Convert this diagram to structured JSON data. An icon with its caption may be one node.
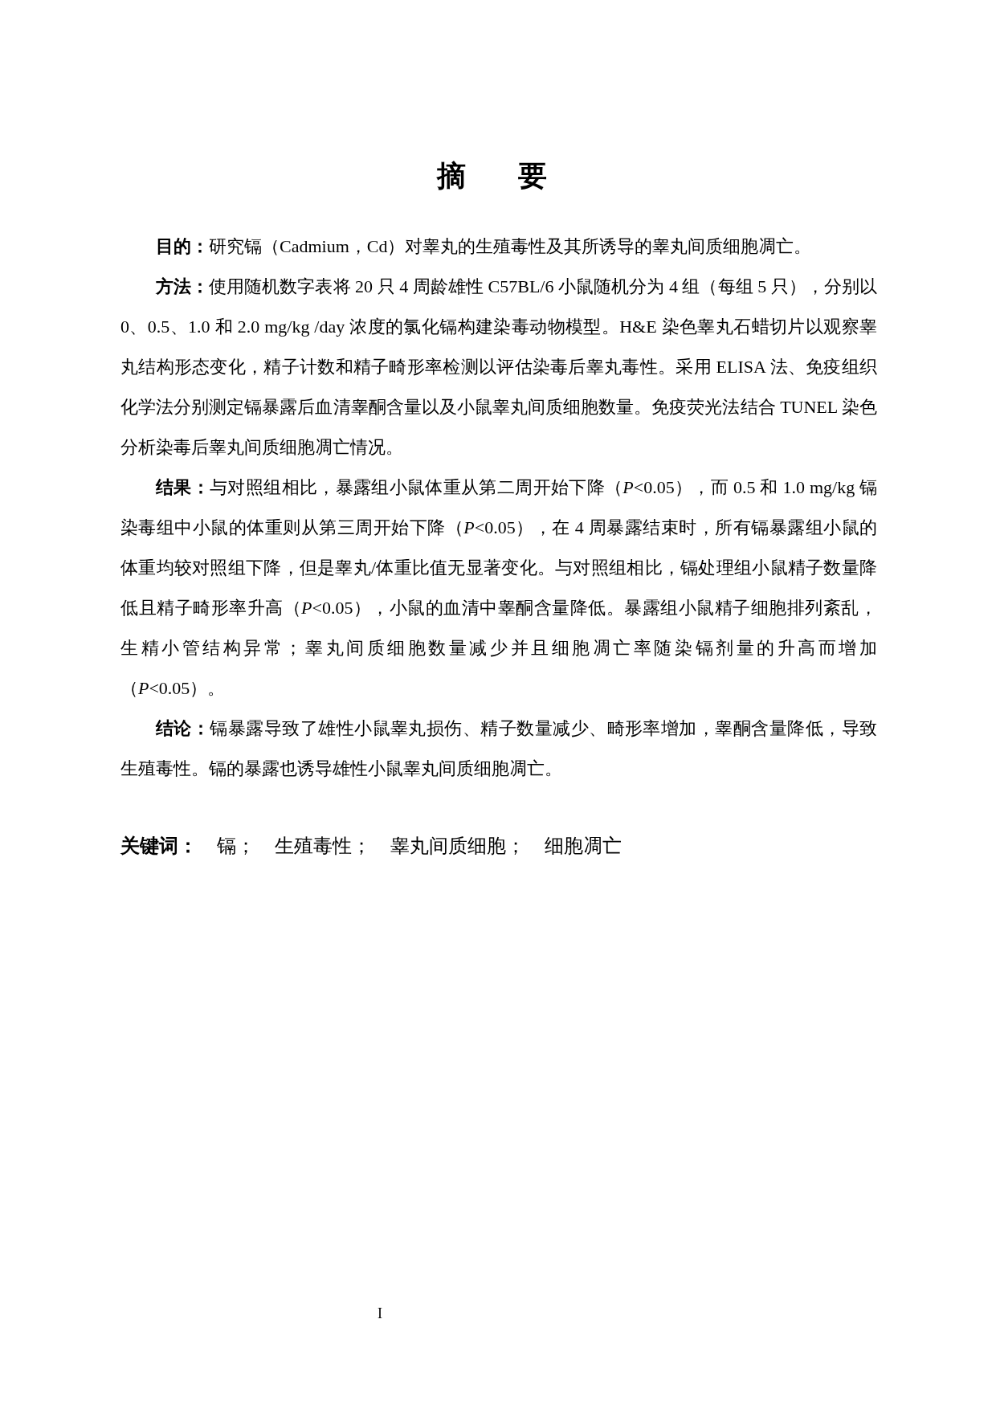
{
  "diagram": {
    "title": "摘　要",
    "labels": [
      "**目的：**研究镉（Cadmium，Cd）对睾丸的生殖毒性及其所诱导的睾丸间质细胞凋亡。",
      "**方法：**使用随机数字表将 20 只 4 周龄雄性 C57BL/6 小鼠随机分为 4 组（每组 5 只），分别以 0、0.5、1.0 和 2.0 mg/kg /day 浓度的氯化镉构建染毒动物模型。H&E 染色睾丸石蜡切片以观察睾丸结构形态变化，精子计数和精子畸形率检测以评估染毒后睾丸毒性。采用 ELISA 法、免疫组织化学法分别测定镉暴露后血清睾酮含量以及小鼠睾丸间质细胞数量。免疫荧光法结合 TUNEL 染色分析染毒后睾丸间质细胞凋亡情况。",
      "**结果：**与对照组相比，暴露组小鼠体重从第二周开始下降（*P*<0.05），而 0.5 和 1.0 mg/kg 镉染毒组中小鼠的体重则从第三周开始下降（*P*<0.05），在 4 周暴露结束时，所有镉暴露组小鼠的体重均较对照组下降，但是睾丸/体重比值无显著变化。与对照组相比，镉处理组小鼠精子数量降低且精子畸形率升高（*P*<0.05），小鼠的血清中睾酮含量降低。暴露组小鼠精子细胞排列紊乱，生精小管结构异常；睾丸间质细胞数量减少并且细胞凋亡率随染镉剂量的升高而增加（*P*<0.05）。",
      "**结论：**镉暴露导致了雄性小鼠睾丸损伤、精子数量减少、畸形率增加，睾酮含量降低，导致生殖毒性。镉的暴露也诱导雄性小鼠睾丸间质细胞凋亡。",
      "**关键词：**　镉；　生殖毒性；　睾丸间质细胞；　细胞凋亡",
      "I"
    ]
  }
}
